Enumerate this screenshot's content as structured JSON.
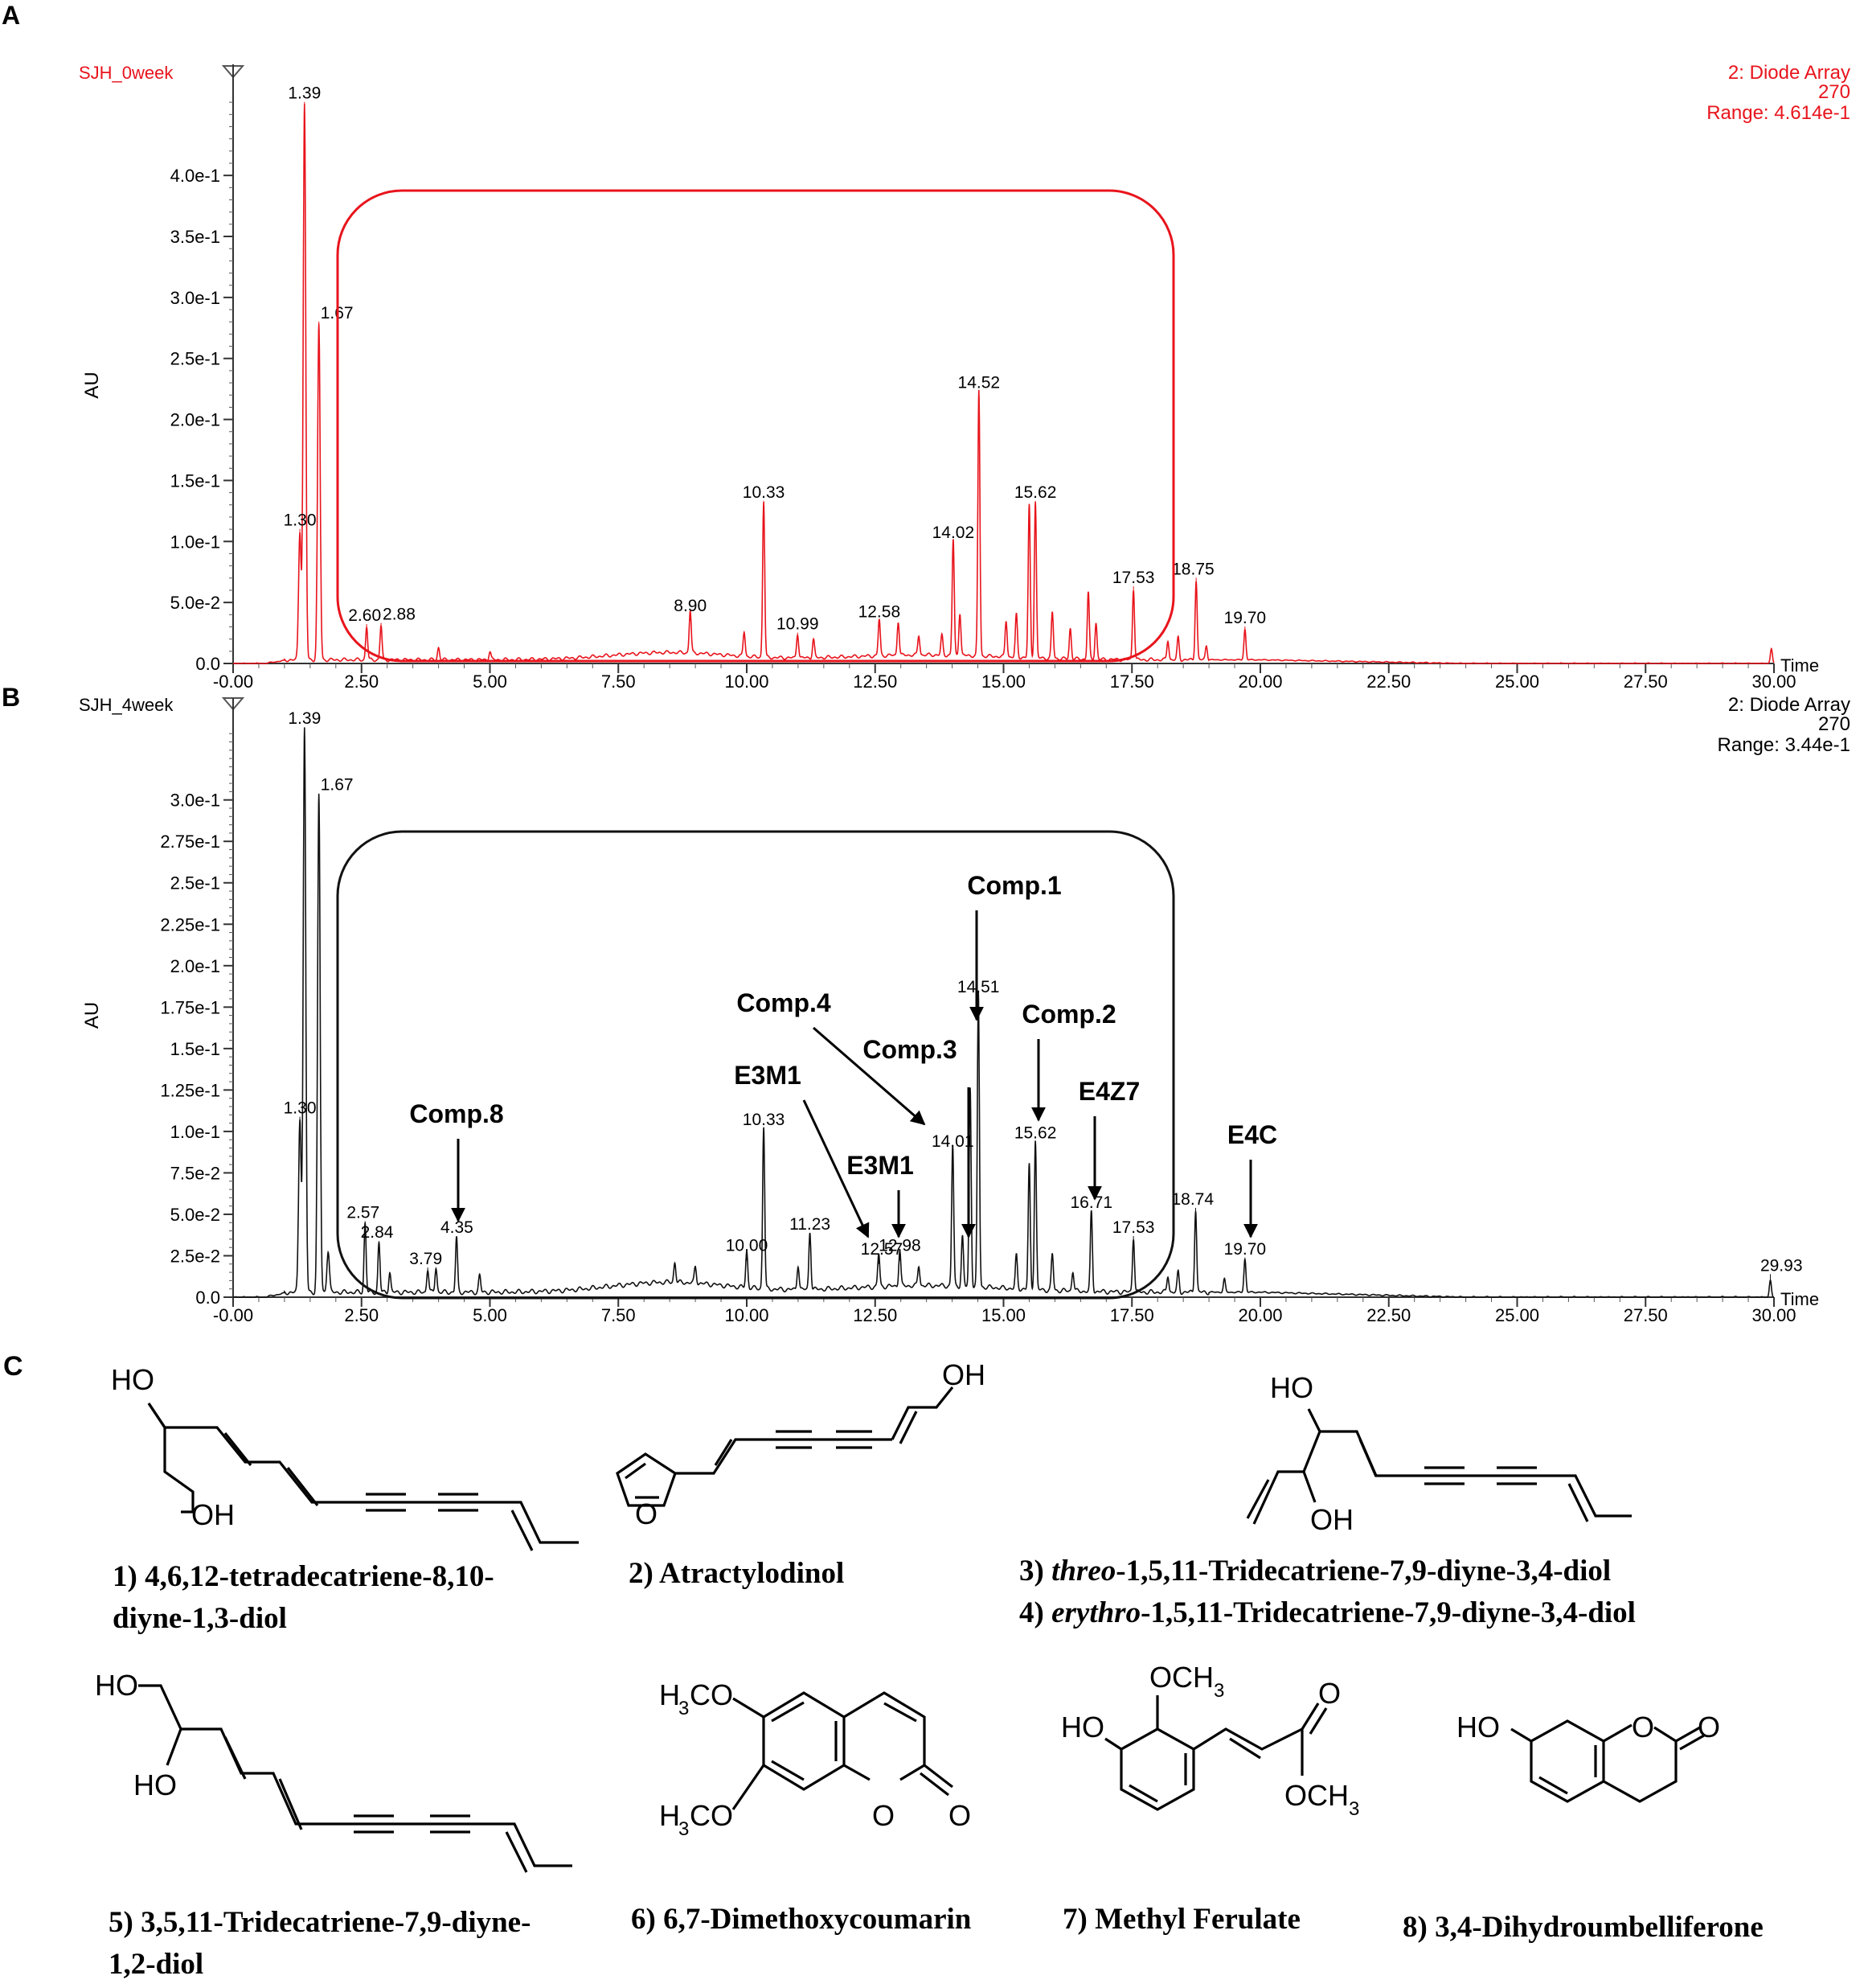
{
  "chart_data": [
    {
      "type": "line",
      "panel_label": "A",
      "sample": "SJH_0week",
      "detector": "2: Diode Array",
      "wavelength": "270",
      "range_text": "Range: 4.614e-1",
      "ylabel": "AU",
      "xlabel": "Time",
      "xlim": [
        0,
        30
      ],
      "ylim": [
        0,
        0.4614
      ],
      "x_ticks": [
        "-0.00",
        "2.50",
        "5.00",
        "7.50",
        "10.00",
        "12.50",
        "15.00",
        "17.50",
        "20.00",
        "22.50",
        "25.00",
        "27.50",
        "30.00"
      ],
      "y_ticks": [
        {
          "v": 0.0,
          "label": "0.0"
        },
        {
          "v": 0.05,
          "label": "5.0e-2"
        },
        {
          "v": 0.1,
          "label": "1.0e-1"
        },
        {
          "v": 0.15,
          "label": "1.5e-1"
        },
        {
          "v": 0.2,
          "label": "2.0e-1"
        },
        {
          "v": 0.25,
          "label": "2.5e-1"
        },
        {
          "v": 0.3,
          "label": "3.0e-1"
        },
        {
          "v": 0.35,
          "label": "3.5e-1"
        },
        {
          "v": 0.4,
          "label": "4.0e-1"
        }
      ],
      "color": "#e8141c",
      "peaks": [
        {
          "t": 1.3,
          "h": 0.105,
          "label": "1.30"
        },
        {
          "t": 1.39,
          "h": 0.455,
          "label": "1.39"
        },
        {
          "t": 1.67,
          "h": 0.275,
          "label": "1.67"
        },
        {
          "t": 2.6,
          "h": 0.027,
          "label": "2.60"
        },
        {
          "t": 2.88,
          "h": 0.028,
          "label": "2.88"
        },
        {
          "t": 8.9,
          "h": 0.035,
          "label": "8.90"
        },
        {
          "t": 10.33,
          "h": 0.128,
          "label": "10.33"
        },
        {
          "t": 10.99,
          "h": 0.02,
          "label": "10.99"
        },
        {
          "t": 12.58,
          "h": 0.03,
          "label": "12.58"
        },
        {
          "t": 14.02,
          "h": 0.095,
          "label": "14.02"
        },
        {
          "t": 14.52,
          "h": 0.218,
          "label": "14.52"
        },
        {
          "t": 15.62,
          "h": 0.128,
          "label": "15.62"
        },
        {
          "t": 17.53,
          "h": 0.058,
          "label": "17.53"
        },
        {
          "t": 18.75,
          "h": 0.065,
          "label": "18.75"
        },
        {
          "t": 19.7,
          "h": 0.025,
          "label": "19.70"
        }
      ],
      "extra_peaks": [
        {
          "t": 4.0,
          "h": 0.01
        },
        {
          "t": 5.0,
          "h": 0.007
        },
        {
          "t": 9.95,
          "h": 0.02
        },
        {
          "t": 11.3,
          "h": 0.015
        },
        {
          "t": 12.95,
          "h": 0.028
        },
        {
          "t": 13.35,
          "h": 0.016
        },
        {
          "t": 13.8,
          "h": 0.016
        },
        {
          "t": 14.15,
          "h": 0.035
        },
        {
          "t": 15.05,
          "h": 0.03
        },
        {
          "t": 15.25,
          "h": 0.035
        },
        {
          "t": 15.5,
          "h": 0.125
        },
        {
          "t": 15.95,
          "h": 0.038
        },
        {
          "t": 16.3,
          "h": 0.025
        },
        {
          "t": 16.65,
          "h": 0.055
        },
        {
          "t": 16.8,
          "h": 0.03
        },
        {
          "t": 18.2,
          "h": 0.016
        },
        {
          "t": 18.4,
          "h": 0.018
        },
        {
          "t": 18.95,
          "h": 0.012
        },
        {
          "t": 29.95,
          "h": 0.012
        }
      ]
    },
    {
      "type": "line",
      "panel_label": "B",
      "sample": "SJH_4week",
      "detector": "2: Diode Array",
      "wavelength": "270",
      "range_text": "Range: 3.44e-1",
      "ylabel": "AU",
      "xlabel": "Time",
      "xlim": [
        0,
        30
      ],
      "ylim": [
        0,
        0.344
      ],
      "x_ticks": [
        "-0.00",
        "2.50",
        "5.00",
        "7.50",
        "10.00",
        "12.50",
        "15.00",
        "17.50",
        "20.00",
        "22.50",
        "25.00",
        "27.50",
        "30.00"
      ],
      "y_ticks": [
        {
          "v": 0.0,
          "label": "0.0"
        },
        {
          "v": 0.025,
          "label": "2.5e-2"
        },
        {
          "v": 0.05,
          "label": "5.0e-2"
        },
        {
          "v": 0.075,
          "label": "7.5e-2"
        },
        {
          "v": 0.1,
          "label": "1.0e-1"
        },
        {
          "v": 0.125,
          "label": "1.25e-1"
        },
        {
          "v": 0.15,
          "label": "1.5e-1"
        },
        {
          "v": 0.175,
          "label": "1.75e-1"
        },
        {
          "v": 0.2,
          "label": "2.0e-1"
        },
        {
          "v": 0.225,
          "label": "2.25e-1"
        },
        {
          "v": 0.25,
          "label": "2.5e-1"
        },
        {
          "v": 0.275,
          "label": "2.75e-1"
        },
        {
          "v": 0.3,
          "label": "3.0e-1"
        }
      ],
      "color": "#111111",
      "peaks": [
        {
          "t": 1.3,
          "h": 0.105,
          "label": "1.30"
        },
        {
          "t": 1.39,
          "h": 0.34,
          "label": "1.39"
        },
        {
          "t": 1.67,
          "h": 0.3,
          "label": "1.67"
        },
        {
          "t": 2.57,
          "h": 0.042,
          "label": "2.57"
        },
        {
          "t": 2.84,
          "h": 0.03,
          "label": "2.84"
        },
        {
          "t": 3.79,
          "h": 0.014,
          "label": "3.79"
        },
        {
          "t": 4.35,
          "h": 0.033,
          "label": "4.35"
        },
        {
          "t": 10.0,
          "h": 0.022,
          "label": "10.00"
        },
        {
          "t": 10.33,
          "h": 0.098,
          "label": "10.33"
        },
        {
          "t": 11.23,
          "h": 0.035,
          "label": "11.23"
        },
        {
          "t": 12.57,
          "h": 0.02,
          "label": "12.57"
        },
        {
          "t": 12.98,
          "h": 0.022,
          "label": "12.98"
        },
        {
          "t": 14.01,
          "h": 0.085,
          "label": "14.01"
        },
        {
          "t": 14.51,
          "h": 0.178,
          "label": "14.51"
        },
        {
          "t": 15.62,
          "h": 0.09,
          "label": "15.62"
        },
        {
          "t": 16.71,
          "h": 0.048,
          "label": "16.71"
        },
        {
          "t": 17.53,
          "h": 0.033,
          "label": "17.53"
        },
        {
          "t": 18.74,
          "h": 0.05,
          "label": "18.74"
        },
        {
          "t": 19.7,
          "h": 0.02,
          "label": "19.70"
        },
        {
          "t": 29.93,
          "h": 0.01,
          "label": "29.93"
        }
      ],
      "extra_peaks": [
        {
          "t": 1.85,
          "h": 0.025
        },
        {
          "t": 3.05,
          "h": 0.012
        },
        {
          "t": 3.95,
          "h": 0.015
        },
        {
          "t": 4.8,
          "h": 0.01
        },
        {
          "t": 8.6,
          "h": 0.012
        },
        {
          "t": 9.0,
          "h": 0.01
        },
        {
          "t": 11.0,
          "h": 0.015
        },
        {
          "t": 13.35,
          "h": 0.012
        },
        {
          "t": 14.2,
          "h": 0.03
        },
        {
          "t": 14.35,
          "h": 0.12
        },
        {
          "t": 15.25,
          "h": 0.02
        },
        {
          "t": 15.5,
          "h": 0.075
        },
        {
          "t": 15.95,
          "h": 0.022
        },
        {
          "t": 16.35,
          "h": 0.012
        },
        {
          "t": 18.2,
          "h": 0.01
        },
        {
          "t": 18.4,
          "h": 0.012
        },
        {
          "t": 19.3,
          "h": 0.008
        }
      ],
      "annotations": [
        {
          "text": "Comp.1",
          "target_t": 14.51
        },
        {
          "text": "Comp.2",
          "target_t": 15.62
        },
        {
          "text": "Comp.3",
          "target_t": 14.35
        },
        {
          "text": "Comp.4",
          "target_t": 14.01
        },
        {
          "text": "E3M1",
          "target_t": 12.57
        },
        {
          "text": "E3M1",
          "target_t": 12.98
        },
        {
          "text": "Comp.8",
          "target_t": 4.35
        },
        {
          "text": "E4Z7",
          "target_t": 16.71
        },
        {
          "text": "E4C",
          "target_t": 19.7
        }
      ]
    }
  ],
  "panel_c": {
    "label": "C",
    "compounds": [
      {
        "id": "1",
        "lines": [
          "1) 4,6,12-tetradecatriene-8,10-",
          "diyne-1,3-diol"
        ]
      },
      {
        "id": "2",
        "lines": [
          "2) Atractylodinol"
        ]
      },
      {
        "id": "3",
        "prefix": "3) ",
        "italic": "threo",
        "rest": "-1,5,11-Tridecatriene-7,9-diyne-3,4-diol"
      },
      {
        "id": "4",
        "prefix": "4) ",
        "italic": "erythro",
        "rest": "-1,5,11-Tridecatriene-7,9-diyne-3,4-diol"
      },
      {
        "id": "5",
        "lines": [
          "5) 3,5,11-Tridecatriene-7,9-diyne-",
          "1,2-diol"
        ]
      },
      {
        "id": "6",
        "lines": [
          "6) 6,7-Dimethoxycoumarin"
        ]
      },
      {
        "id": "7",
        "lines": [
          "7) Methyl Ferulate"
        ]
      },
      {
        "id": "8",
        "lines": [
          "8) 3,4-Dihydroumbelliferone"
        ]
      }
    ],
    "atom_labels": {
      "ho": "HO",
      "oh": "OH",
      "o": "O",
      "h3co_h": "H",
      "h3co_3": "3",
      "h3co_co": "CO",
      "och3_och": "OCH",
      "och3_3": "3"
    }
  }
}
